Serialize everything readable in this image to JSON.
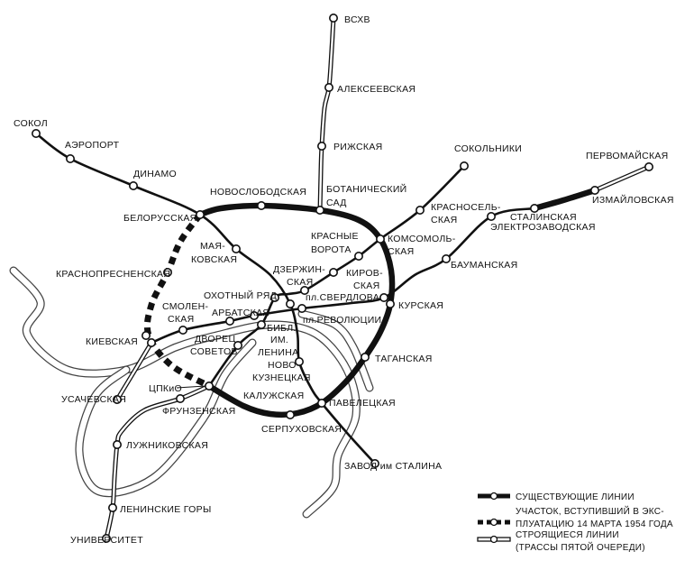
{
  "colors": {
    "line": "#111111",
    "river": "#444444",
    "background": "#ffffff"
  },
  "stations": {
    "sokol": [
      "СОКОЛ"
    ],
    "aeroport": [
      "АЭРОПОРТ"
    ],
    "dinamo": [
      "ДИНАМО"
    ],
    "belorusskaya": [
      "БЕЛОРУССКАЯ"
    ],
    "novoslobodskaya": [
      "НОВОСЛОБОДСКАЯ"
    ],
    "botanicheskiy": [
      "БОТАНИЧЕСКИЙ",
      "САД"
    ],
    "rizhskaya": [
      "РИЖСКАЯ"
    ],
    "alekseevskaya": [
      "АЛЕКСЕЕВСКАЯ"
    ],
    "vskhv": [
      "ВСХВ"
    ],
    "sokolniki": [
      "СОКОЛЬНИКИ"
    ],
    "krasnoselskaya": [
      "КРАСНОСЕЛЬ-",
      "СКАЯ"
    ],
    "komsomolskaya": [
      "КОМСОМОЛЬ-",
      "СКАЯ"
    ],
    "krasnye_vorota": [
      "КРАСНЫЕ",
      "ВОРОТА"
    ],
    "kirovskaya": [
      "КИРОВ-",
      "СКАЯ"
    ],
    "dzerzhinskaya": [
      "ДЗЕРЖИН-",
      "СКАЯ"
    ],
    "okhotny_ryad": [
      "ОХОТНЫЙ РЯД"
    ],
    "sverdlova": [
      "пл.СВЕРДЛОВА"
    ],
    "kurskaya": [
      "КУРСКАЯ"
    ],
    "revolyutsii": [
      "пл.РЕВОЛЮЦИИ"
    ],
    "arbatskaya": [
      "АРБАТСКАЯ"
    ],
    "biblioteka": [
      "БИБЛ.",
      "ИМ.",
      "ЛЕНИНА"
    ],
    "novokuznetskaya": [
      "НОВО-",
      "КУЗНЕЦКАЯ"
    ],
    "smolenskaya": [
      "СМОЛЕН-",
      "СКАЯ"
    ],
    "dvorets_sovetov": [
      "ДВОРЕЦ",
      "СОВЕТОВ"
    ],
    "kievskaya": [
      "КИЕВСКАЯ"
    ],
    "krasnopresnenskaya": [
      "КРАСНОПРЕСНЕНСКАЯ"
    ],
    "maiakovskaya": [
      "МАЯ-",
      "КОВСКАЯ"
    ],
    "tspkio": [
      "ЦПКиО"
    ],
    "frunzenskaya": [
      "ФРУНЗЕНСКАЯ"
    ],
    "kaluzhskaya": [
      "КАЛУЖСКАЯ"
    ],
    "serpukhovskaya": [
      "СЕРПУХОВСКАЯ"
    ],
    "paveletskaya": [
      "ПАВЕЛЕЦКАЯ"
    ],
    "taganskaya": [
      "ТАГАНСКАЯ"
    ],
    "usachevskaya": [
      "УСАЧЕВСКАЯ"
    ],
    "luzhnikovskaya": [
      "ЛУЖНИКОВСКАЯ"
    ],
    "leninskie_gory": [
      "ЛЕНИНСКИЕ ГОРЫ"
    ],
    "universitet": [
      "УНИВЕРСИТЕТ"
    ],
    "zavod_stalina": [
      "ЗАВОД им СТАЛИНА"
    ],
    "baumanskaya": [
      "БАУМАНСКАЯ"
    ],
    "elektrozavodskaya": [
      "ЭЛЕКТРОЗАВОДСКАЯ"
    ],
    "stalinskaya": [
      "СТАЛИНСКАЯ"
    ],
    "izmailovskaya": [
      "ИЗМАЙЛОВСКАЯ"
    ],
    "pervomaiskaya": [
      "ПЕРВОМАЙСКАЯ"
    ]
  },
  "legend": {
    "existing": {
      "style": "existing",
      "lines": [
        "СУЩЕСТВУЮЩИЕ ЛИНИИ"
      ]
    },
    "opened": {
      "style": "opened-1954",
      "lines": [
        "УЧАСТОК, ВСТУПИВШИЙ В ЭКС-",
        "ПЛУАТАЦИЮ 14 МАРТА 1954 ГОДА"
      ]
    },
    "construction": {
      "style": "under-construction",
      "lines": [
        "СТРОЯЩИЕСЯ ЛИНИИ",
        "(ТРАССЫ ПЯТОЙ ОЧЕРЕДИ)"
      ]
    }
  }
}
